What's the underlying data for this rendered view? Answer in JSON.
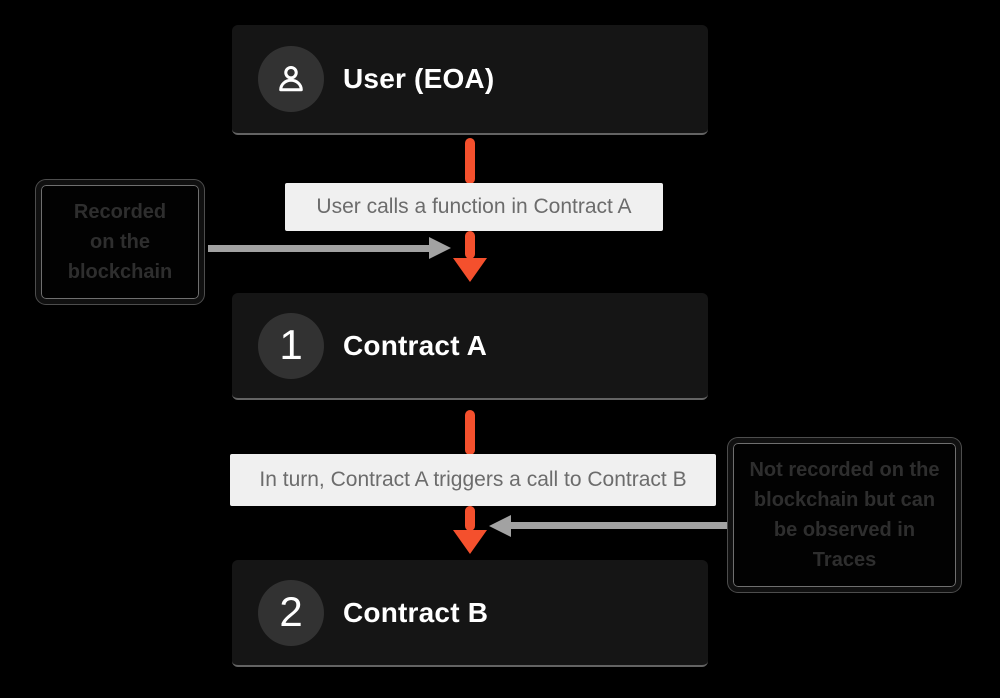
{
  "colors": {
    "background": "#000000",
    "accent_orange": "#f4502d",
    "arrow_gray": "#a2a2a2",
    "node_bg": "#151515",
    "label_bg": "#f0f0f0"
  },
  "nodes": {
    "user": {
      "title": "User (EOA)",
      "icon": "user-icon"
    },
    "contract_a": {
      "title": "Contract A",
      "number": "1"
    },
    "contract_b": {
      "title": "Contract B",
      "number": "2"
    }
  },
  "flow_labels": {
    "call1": "User calls a function in Contract A",
    "call2": "In turn, Contract A triggers a call to Contract B"
  },
  "notes": {
    "left": {
      "line1": "Recorded",
      "line2": "on the",
      "line3": "blockchain"
    },
    "right": {
      "line1": "Not recorded on the",
      "line2": "blockchain but can",
      "line3": "be observed in",
      "line4": "Traces"
    }
  }
}
